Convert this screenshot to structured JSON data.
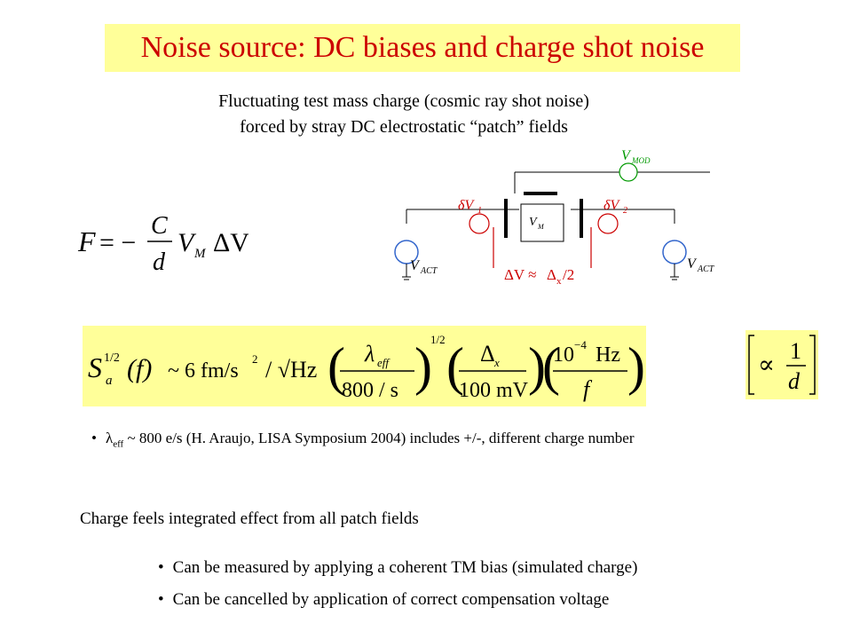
{
  "slide": {
    "title": "Noise source: DC biases and charge shot noise",
    "subtitle_line1": "Fluctuating test mass charge (cosmic ray shot noise)",
    "subtitle_line2": "forced by stray DC electrostatic “patch” fields"
  },
  "force_equation": {
    "lhs": "F",
    "eq": "= −",
    "num": "C",
    "den": "d",
    "var": "V",
    "var_sub": "M",
    "delta": "ΔV"
  },
  "circuit": {
    "v_mod": "V",
    "v_mod_sub": "MOD",
    "dv1": "δV",
    "dv1_sub": "1",
    "dv2": "δV",
    "dv2_sub": "2",
    "vm": "V",
    "vm_sub": "M",
    "v_act_left": "V",
    "v_act_left_sub": "ACT",
    "v_act_right": "V",
    "v_act_right_sub": "ACT",
    "delta_v_label": "ΔV ≈",
    "delta_x": "Δ",
    "delta_x_sub": "x",
    "delta_x_tail": "/2",
    "accent_color": "#cc0000",
    "green_color": "#009900"
  },
  "noise_equation": {
    "S": "S",
    "S_sub": "a",
    "S_sup": "1/2",
    "arg": "(f)",
    "approx": "~ 6 fm/s",
    "sq": "2",
    "slash_hz": "/ √Hz",
    "lambda_num": "λ",
    "lambda_sub": "eff",
    "lambda_den": "800 / s",
    "half": "1/2",
    "dx_num": "Δ",
    "dx_sub": "x",
    "dx_den": "100 mV",
    "hz_num": "10",
    "hz_exp": "−4",
    "hz_unit": "Hz",
    "f_den": "f"
  },
  "proportional": {
    "symbol": "∝",
    "num": "1",
    "den": "d"
  },
  "bullet_lambda": {
    "lambda": "λ",
    "sub": "eff",
    "text": " ~ 800 e/s (H. Araujo, LISA Symposium 2004) includes +/-, different charge number"
  },
  "patch_heading": "Charge feels integrated effect from all patch fields",
  "bullets": [
    "Can be measured by applying a coherent TM bias (simulated charge)",
    "Can be cancelled by application of correct compensation voltage"
  ],
  "bullet_glyph": "•",
  "colors": {
    "highlight": "#ffff99",
    "title_red": "#cc0000"
  }
}
